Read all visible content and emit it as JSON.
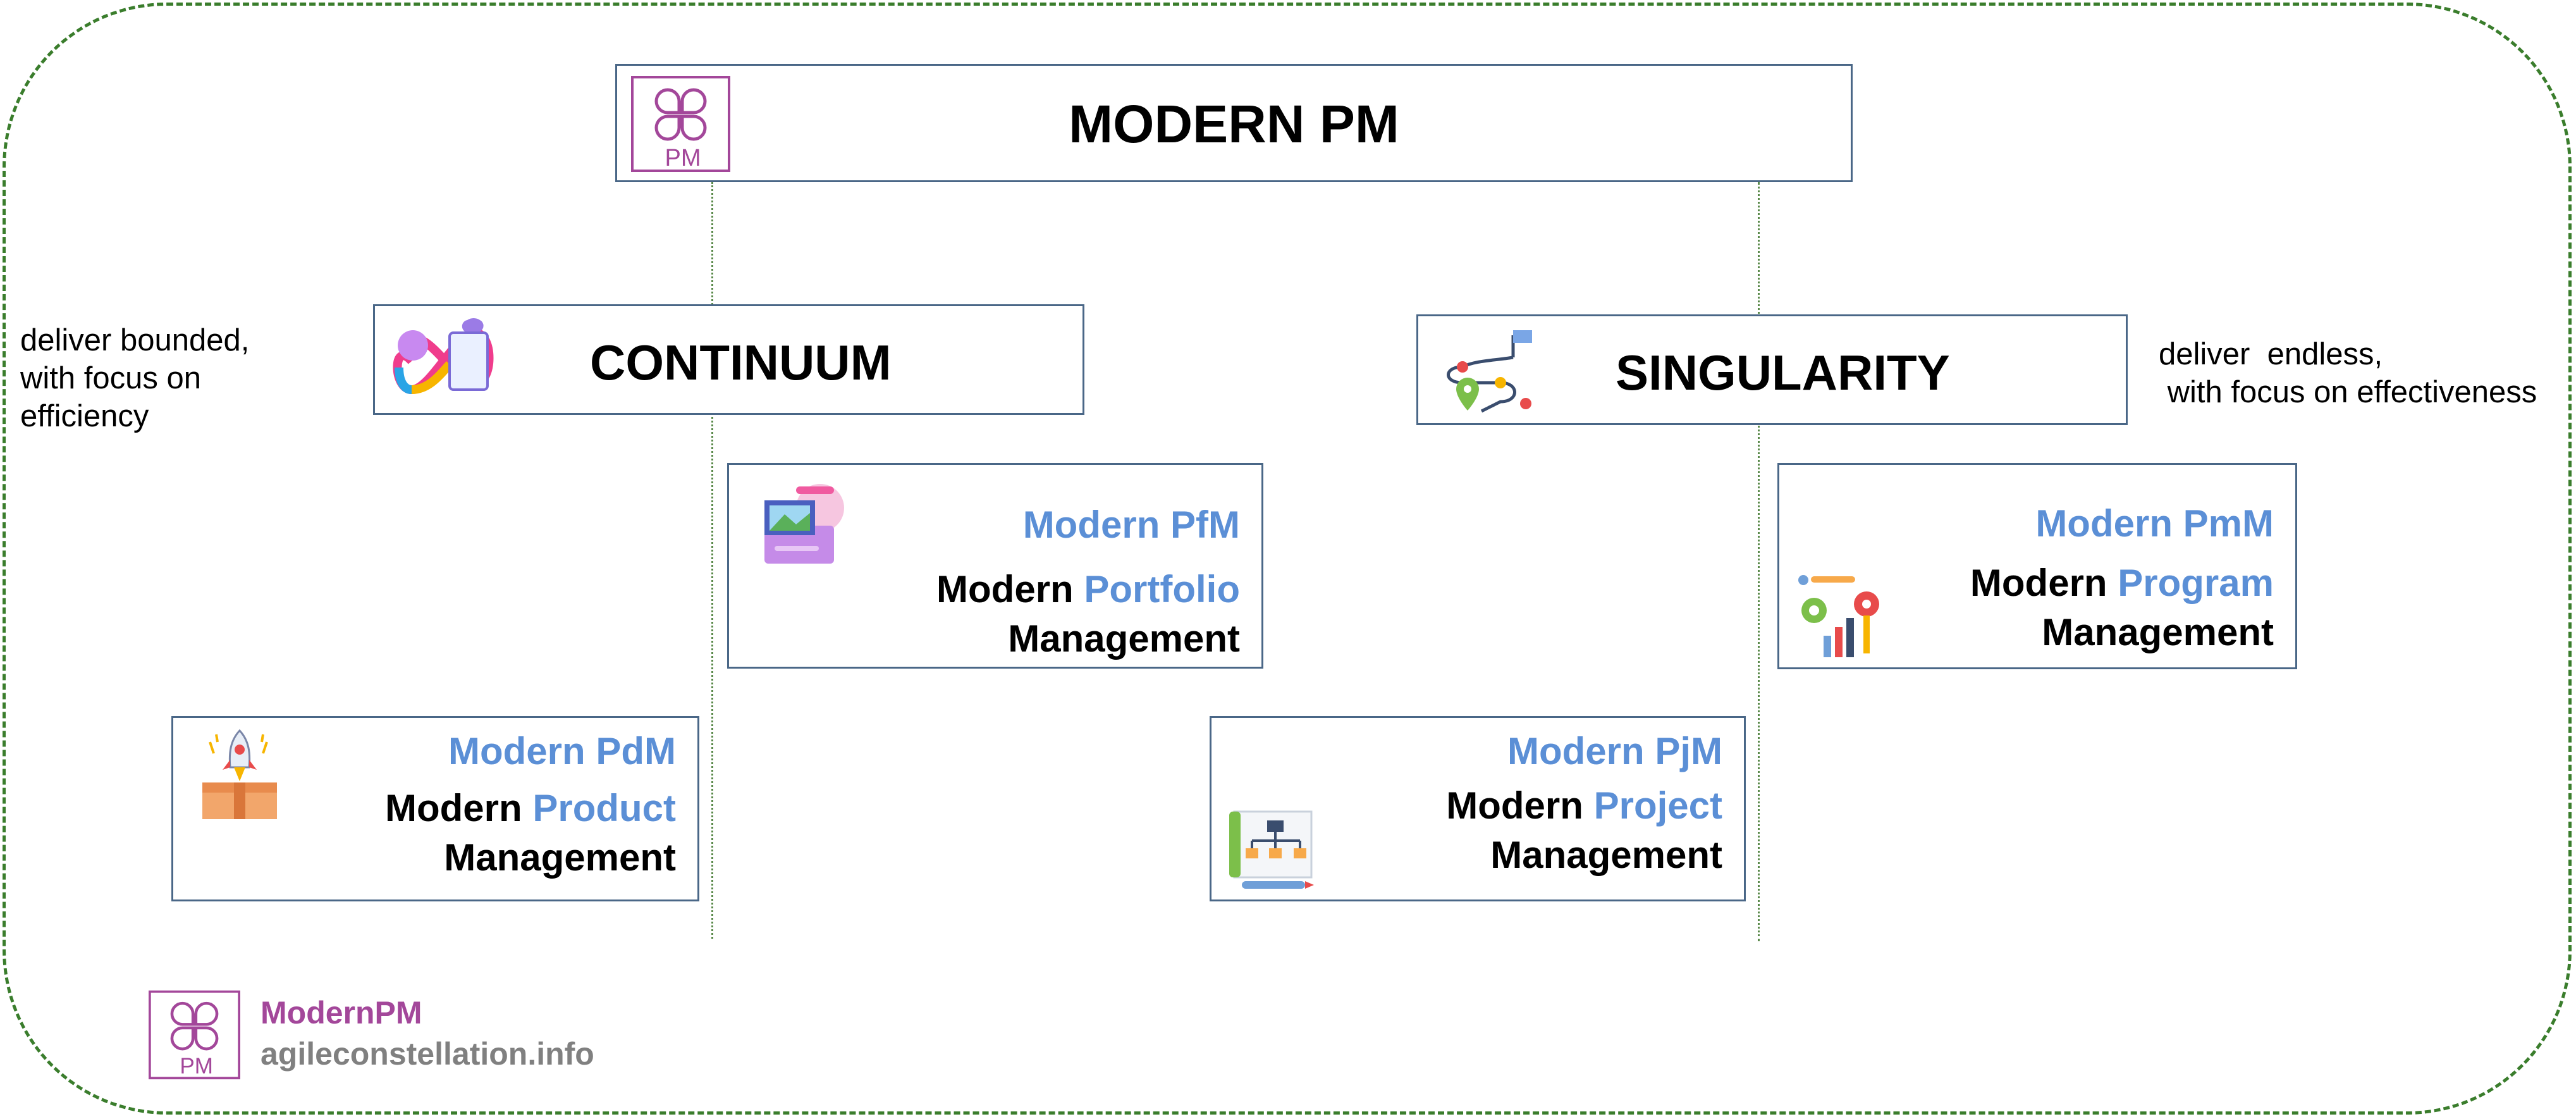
{
  "root": {
    "title": "MODERN PM"
  },
  "continuum": {
    "title": "CONTINUUM",
    "note": "deliver bounded,\nwith focus on\nefficiency"
  },
  "singularity": {
    "title": "SINGULARITY",
    "note": "deliver  endless,\n with focus on effectiveness"
  },
  "cards": {
    "pfm": {
      "code": "Modern PfM",
      "prefix": "Modern ",
      "highlight": "Portfolio",
      "suffix": "Management"
    },
    "pdm": {
      "code": "Modern PdM",
      "prefix": "Modern ",
      "highlight": "Product",
      "suffix": "Management"
    },
    "pjm": {
      "code": "Modern PjM",
      "prefix": "Modern ",
      "highlight": "Project",
      "suffix": "Management"
    },
    "pmm": {
      "code": "Modern PmM",
      "prefix": "Modern ",
      "highlight": "Program",
      "suffix": "Management"
    }
  },
  "footer": {
    "brand": "ModernPM",
    "site": "agileconstellation.info"
  },
  "logo": {
    "text": "PM"
  },
  "colors": {
    "frame": "#3a7d2c",
    "accent": "#5b8fd6",
    "brand": "#a3479a",
    "site": "#808080",
    "box_border": "#4a6787"
  }
}
